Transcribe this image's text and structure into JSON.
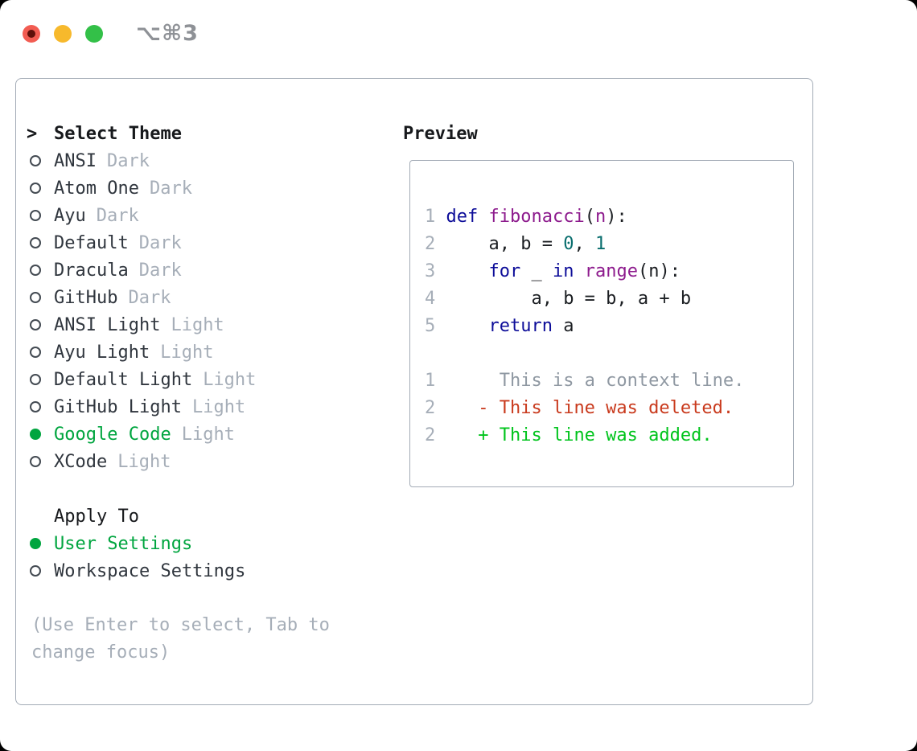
{
  "window": {
    "title": "⌥⌘3"
  },
  "theme_panel": {
    "header": {
      "marker": ">",
      "label": "Select Theme"
    },
    "themes": [
      {
        "name": "ANSI",
        "variant": "Dark",
        "selected": false
      },
      {
        "name": "Atom One",
        "variant": "Dark",
        "selected": false
      },
      {
        "name": "Ayu",
        "variant": "Dark",
        "selected": false
      },
      {
        "name": "Default",
        "variant": "Dark",
        "selected": false
      },
      {
        "name": "Dracula",
        "variant": "Dark",
        "selected": false
      },
      {
        "name": "GitHub",
        "variant": "Dark",
        "selected": false
      },
      {
        "name": "ANSI Light",
        "variant": "Light",
        "selected": false
      },
      {
        "name": "Ayu Light",
        "variant": "Light",
        "selected": false
      },
      {
        "name": "Default Light",
        "variant": "Light",
        "selected": false
      },
      {
        "name": "GitHub Light",
        "variant": "Light",
        "selected": false
      },
      {
        "name": "Google Code",
        "variant": "Light",
        "selected": true
      },
      {
        "name": "XCode",
        "variant": "Light",
        "selected": false
      }
    ],
    "apply_to": {
      "label": "Apply To",
      "options": [
        {
          "label": "User Settings",
          "selected": true
        },
        {
          "label": "Workspace Settings",
          "selected": false
        }
      ]
    },
    "hint_lines": [
      "(Use Enter to select, Tab to",
      "change focus)"
    ]
  },
  "preview": {
    "label": "Preview",
    "lines": [
      [
        {
          "c": "ln",
          "t": "1"
        },
        {
          "c": "pln",
          "t": " "
        },
        {
          "c": "kwd",
          "t": "def"
        },
        {
          "c": "pln",
          "t": " "
        },
        {
          "c": "typ",
          "t": "fibonacci"
        },
        {
          "c": "pln",
          "t": "("
        },
        {
          "c": "typ",
          "t": "n"
        },
        {
          "c": "pln",
          "t": "):"
        }
      ],
      [
        {
          "c": "ln",
          "t": "2"
        },
        {
          "c": "pln",
          "t": "     a, b = "
        },
        {
          "c": "lit",
          "t": "0"
        },
        {
          "c": "pln",
          "t": ", "
        },
        {
          "c": "lit",
          "t": "1"
        }
      ],
      [
        {
          "c": "ln",
          "t": "3"
        },
        {
          "c": "pln",
          "t": "     "
        },
        {
          "c": "kwd",
          "t": "for"
        },
        {
          "c": "pln",
          "t": " _ "
        },
        {
          "c": "kwd",
          "t": "in"
        },
        {
          "c": "pln",
          "t": " "
        },
        {
          "c": "typ",
          "t": "range"
        },
        {
          "c": "pln",
          "t": "(n):"
        }
      ],
      [
        {
          "c": "ln",
          "t": "4"
        },
        {
          "c": "pln",
          "t": "         a, b = b, a + b"
        }
      ],
      [
        {
          "c": "ln",
          "t": "5"
        },
        {
          "c": "pln",
          "t": "     "
        },
        {
          "c": "kwd",
          "t": "return"
        },
        {
          "c": "pln",
          "t": " a"
        }
      ],
      [],
      [
        {
          "c": "ln",
          "t": "1"
        },
        {
          "c": "ctx",
          "t": "      This is a context line."
        }
      ],
      [
        {
          "c": "ln",
          "t": "2"
        },
        {
          "c": "pln",
          "t": "    "
        },
        {
          "c": "del",
          "t": "- This line was deleted."
        }
      ],
      [
        {
          "c": "ln",
          "t": "2"
        },
        {
          "c": "pln",
          "t": "    "
        },
        {
          "c": "add",
          "t": "+ This line was added."
        }
      ]
    ]
  },
  "colors": {
    "accent_green": "#00a53f",
    "diff_added": "#00c41c",
    "diff_deleted": "#c93a1d",
    "diff_context": "#8f98a2",
    "syntax_keyword": "#0d0d99",
    "syntax_title": "#8d1b8d",
    "syntax_literal": "#086d6d",
    "muted_gray": "#a6aeb8",
    "border_gray": "#a3abb6",
    "traffic_red": "#f25c52",
    "traffic_yellow": "#f7b92c",
    "traffic_green": "#33c048"
  }
}
